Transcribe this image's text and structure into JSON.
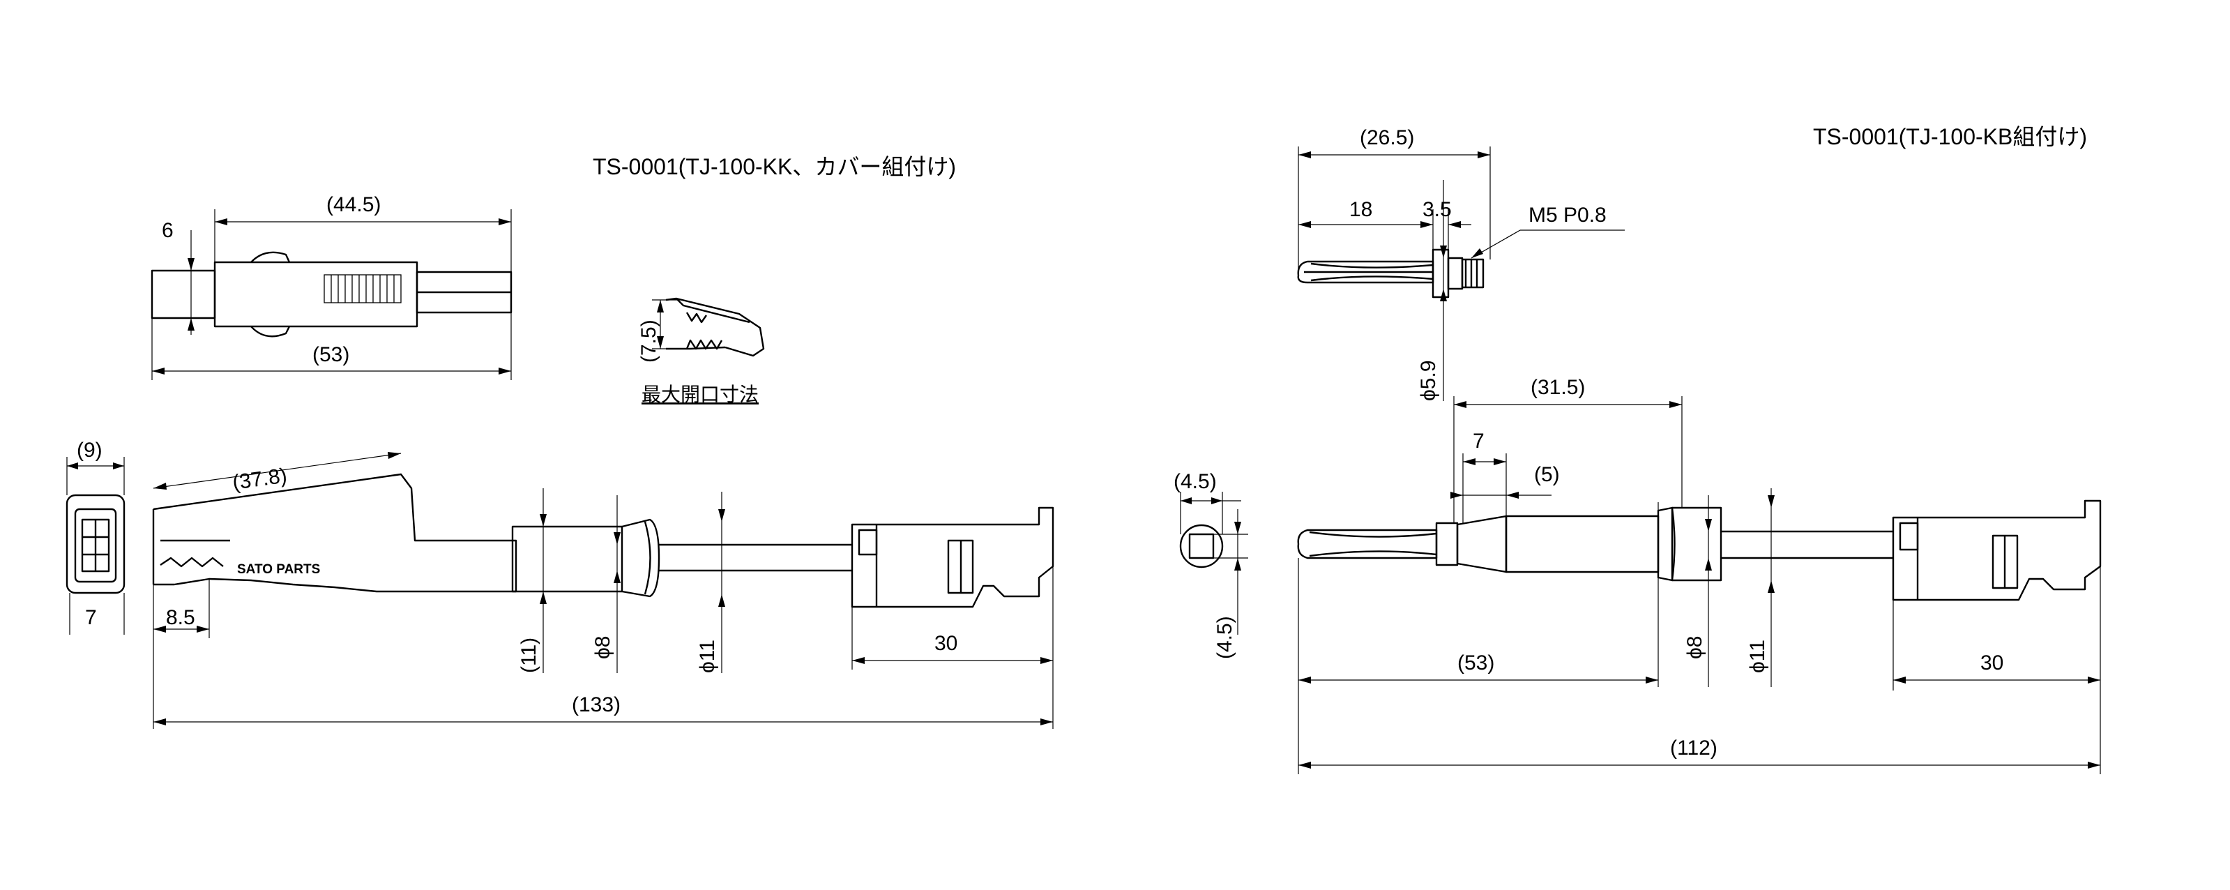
{
  "titles": {
    "left": "TS-0001(TJ-100-KK、カバー組付け)",
    "right": "TS-0001(TJ-100-KB組付け)"
  },
  "notes": {
    "max_opening": "最大開口寸法",
    "thread": "M5 P0.8",
    "brand": "SATO PARTS"
  },
  "left_dims": {
    "top_thickness": "6",
    "top_length": "(44.5)",
    "top_overall": "(53)",
    "opening": "(7.5)",
    "end_width": "(9)",
    "end_height": "7",
    "clip_length": "(37.8)",
    "jaw_offset": "8.5",
    "cover_dia": "(11)",
    "cable_dia": "ϕ8",
    "boot_dia": "ϕ11",
    "plug_length": "30",
    "overall": "(133)"
  },
  "right_dims": {
    "banana_length": "(26.5)",
    "pin_length": "18",
    "collar_width": "3.5",
    "collar_dia": "ϕ5.9",
    "end_width": "(4.5)",
    "end_height": "(4.5)",
    "body_length": "(31.5)",
    "step_length": "7",
    "step_offset": "(5)",
    "pin_to_boot": "(53)",
    "cable_dia": "ϕ8",
    "boot_dia": "ϕ11",
    "plug_length": "30",
    "overall": "(112)"
  }
}
